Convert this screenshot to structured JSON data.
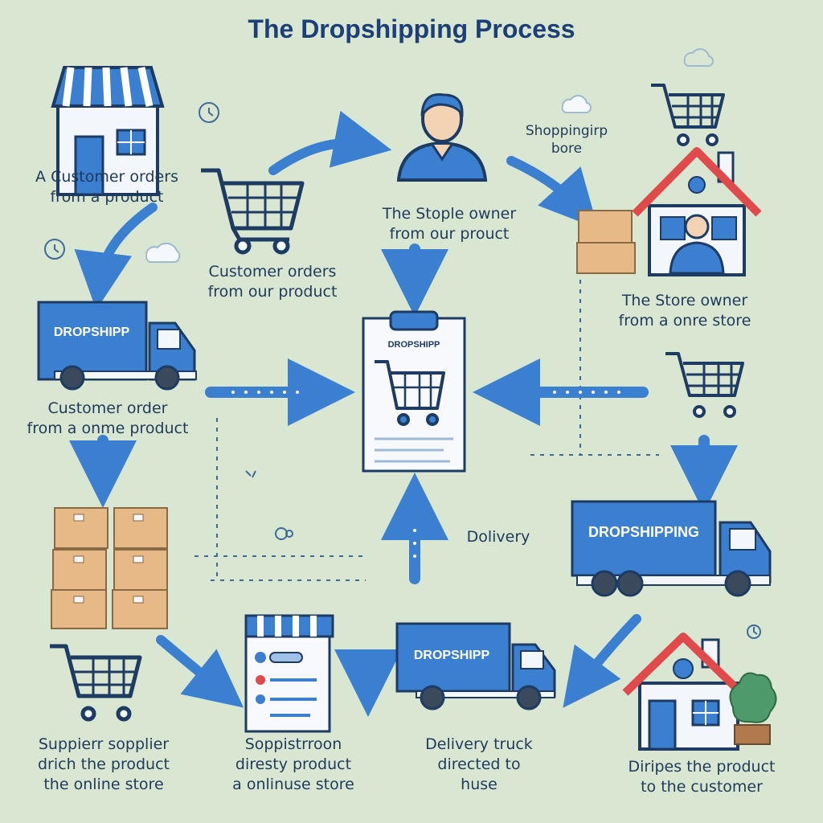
{
  "title": "The Dropshipping Process",
  "colors": {
    "background": "#d9e7d2",
    "blue": "#3a7fd0",
    "dark_outline": "#1d3b63",
    "box": "#e7b987",
    "roof_red": "#e04a4a",
    "tree_green": "#4f9a6a"
  },
  "labels": {
    "customer_orders": "A Customer orders\nfrom a product",
    "cart_orders": "Customer orders\nfrom our product",
    "store_owner_top": "The Stople owner\nfrom our prouct",
    "shopping_store": "Shoppingirp\nbore",
    "store_owner_right": "The Store owner\nfrom a onre store",
    "customer_order_online": "Customer order\nfrom a onme product",
    "delivery": "Dolivery",
    "supplier": "Suppierr sopplier\ndrich the product\nthe online store",
    "supplier_direct": "Soppistrroon\ndiresty product\na onlinuse store",
    "delivery_truck": "Delivery truck\ndirected to\nhuse",
    "ships_customer": "Diripes the product\nto the customer"
  },
  "trucks": {
    "left": "DROPSHIPP",
    "right": "DROPSHIPPING",
    "bottom": "DROPSHIPP"
  },
  "clipboard_header": "DROPSHIPP",
  "icons": [
    "storefront-icon",
    "person-icon",
    "cart-icon",
    "house-icon",
    "truck-icon",
    "clipboard-icon",
    "box-icon",
    "tree-icon",
    "cloud-icon",
    "clock-icon"
  ]
}
